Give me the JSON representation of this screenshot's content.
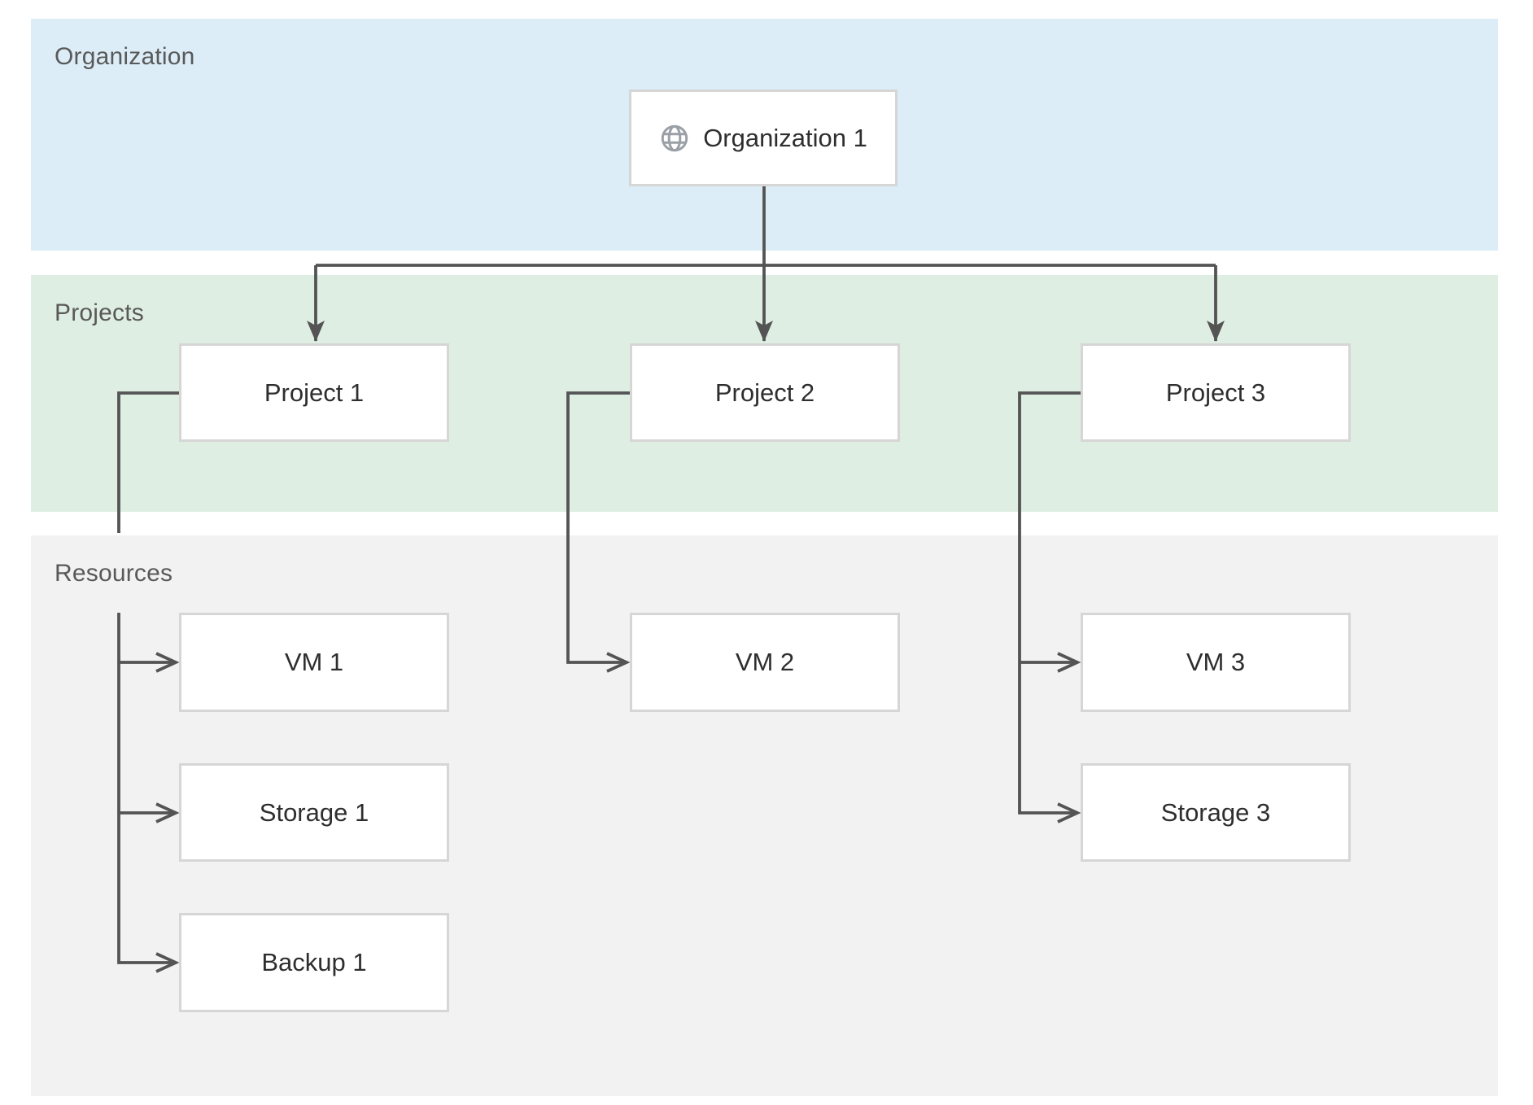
{
  "bands": {
    "organization": {
      "label": "Organization",
      "color": "#dcedf8"
    },
    "projects": {
      "label": "Projects",
      "color": "#dfeee3"
    },
    "resources": {
      "label": "Resources",
      "color": "#f2f2f2"
    }
  },
  "nodes": {
    "organization1": {
      "label": "Organization 1",
      "icon": "globe-icon"
    },
    "project1": {
      "label": "Project 1"
    },
    "project2": {
      "label": "Project 2"
    },
    "project3": {
      "label": "Project 3"
    },
    "vm1": {
      "label": "VM 1"
    },
    "vm2": {
      "label": "VM 2"
    },
    "vm3": {
      "label": "VM 3"
    },
    "storage1": {
      "label": "Storage 1"
    },
    "storage3": {
      "label": "Storage 3"
    },
    "backup1": {
      "label": "Backup 1"
    }
  },
  "edges": [
    {
      "from": "Organization 1",
      "to": "Project 1",
      "arrow": "solid"
    },
    {
      "from": "Organization 1",
      "to": "Project 2",
      "arrow": "solid"
    },
    {
      "from": "Organization 1",
      "to": "Project 3",
      "arrow": "solid"
    },
    {
      "from": "Project 1",
      "to": "VM 1",
      "arrow": "open"
    },
    {
      "from": "Project 1",
      "to": "Storage 1",
      "arrow": "open"
    },
    {
      "from": "Project 1",
      "to": "Backup 1",
      "arrow": "open"
    },
    {
      "from": "Project 2",
      "to": "VM 2",
      "arrow": "open"
    },
    {
      "from": "Project 3",
      "to": "VM 3",
      "arrow": "open"
    },
    {
      "from": "Project 3",
      "to": "Storage 3",
      "arrow": "open"
    }
  ],
  "colors": {
    "connector": "#545454",
    "node_border": "#d6d6d6",
    "node_fill": "#ffffff",
    "node_text": "#2e2e2e",
    "band_label_text": "#595959",
    "globe_icon": "#9aa0a6"
  }
}
